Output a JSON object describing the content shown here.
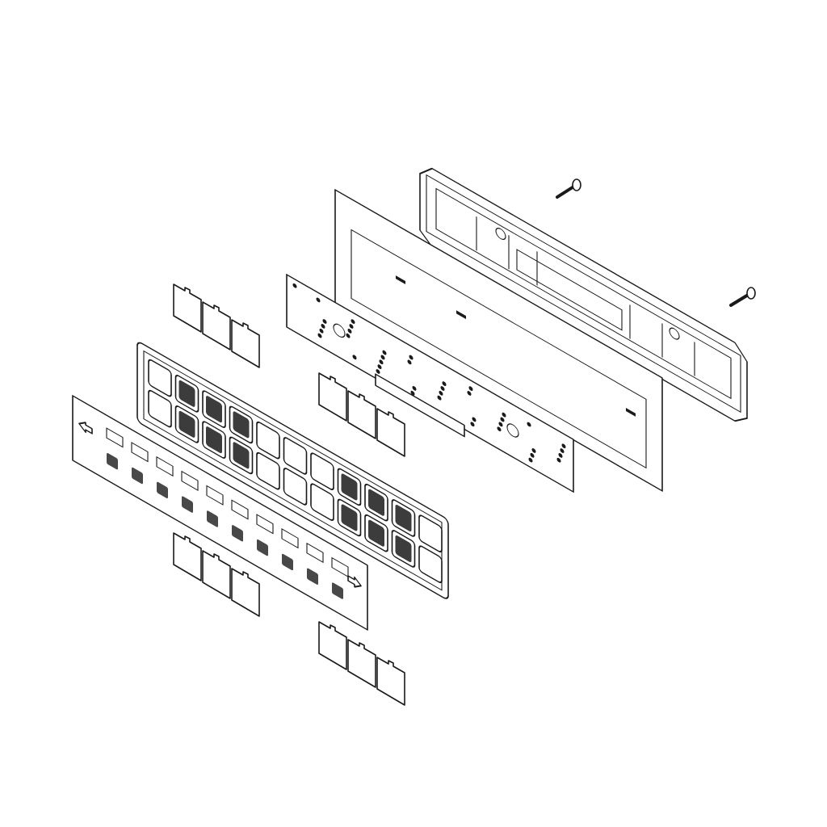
{
  "diagram": {
    "type": "exploded-view",
    "colors": {
      "line": "#1a1a1a",
      "background": "#ffffff",
      "fill": "#ffffff"
    },
    "parts": [
      {
        "name": "rear-housing"
      },
      {
        "name": "screws"
      },
      {
        "name": "gasket-frame"
      },
      {
        "name": "circuit-board"
      },
      {
        "name": "keypad-frame",
        "rows": 2,
        "columns": 11
      },
      {
        "name": "front-faceplate"
      },
      {
        "name": "insert-labels",
        "groups": 4,
        "per_group": 3
      }
    ]
  }
}
